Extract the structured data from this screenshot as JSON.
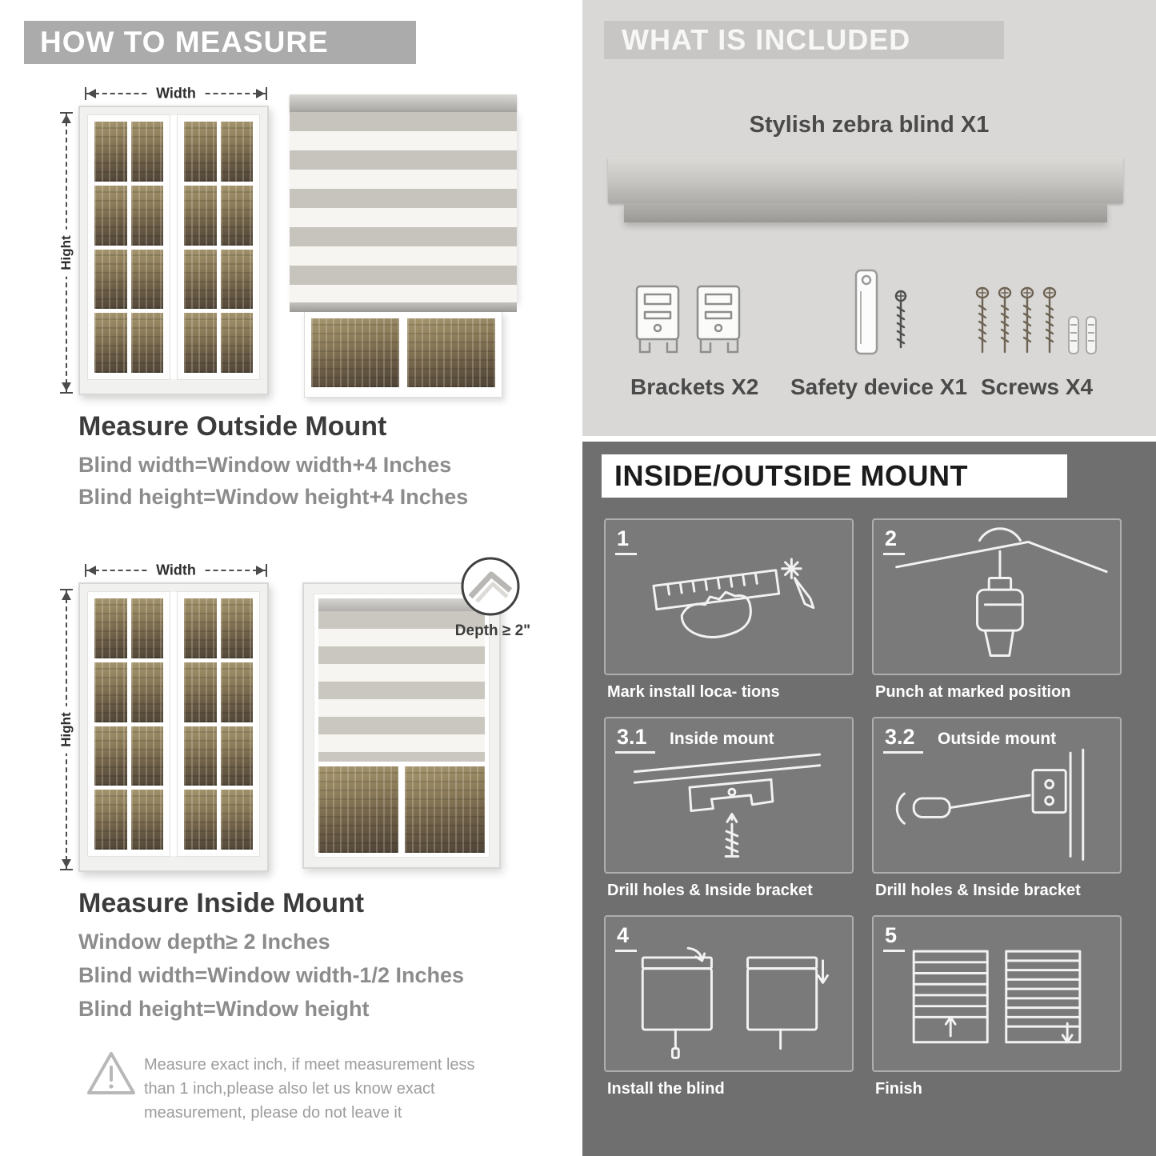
{
  "colors": {
    "left_banner": "#ababab",
    "included_bg": "#d9d8d6",
    "included_banner": "#c7c6c4",
    "mount_bg": "#6f6f6f",
    "heading_text": "#3b3b3b",
    "formula_text": "#8c8c8c"
  },
  "icons": {
    "warning-icon": "outlined-triangle-exclamation",
    "width-arrow": "double-headed-dashed-dimension-arrow",
    "height-arrow": "double-headed-dashed-dimension-arrow",
    "depth-callout-icon": "circle-zoom-on-frame-corner"
  },
  "left": {
    "header": "HOW TO MEASURE",
    "outside": {
      "width_label": "Width",
      "height_label": "Hight",
      "title": "Measure Outside Mount",
      "line1": "Blind width=Window width+4 Inches",
      "line2": "Blind height=Window height+4 Inches"
    },
    "inside": {
      "width_label": "Width",
      "height_label": "Hight",
      "depth_callout": "Depth ≥ 2\"",
      "title": "Measure Inside Mount",
      "line1": "Window depth≥ 2 Inches",
      "line2": "Blind width=Window width-1/2 Inches",
      "line3": "Blind height=Window height"
    },
    "warning": "Measure exact inch, if meet measurement less than 1 inch,please also let us know exact measurement, please do not leave it"
  },
  "right": {
    "included": {
      "header": "WHAT IS INCLUDED",
      "blind_label": "Stylish zebra blind X1",
      "items": [
        {
          "label": "Brackets X2"
        },
        {
          "label": "Safety device X1"
        },
        {
          "label": "Screws X4"
        }
      ]
    },
    "mount": {
      "header": "INSIDE/OUTSIDE MOUNT",
      "steps": [
        {
          "num": "1",
          "caption": "Mark install loca- tions"
        },
        {
          "num": "2",
          "caption": "Punch at  marked position"
        },
        {
          "num": "3.1",
          "title": "Inside mount",
          "caption": "Drill holes &  Inside bracket"
        },
        {
          "num": "3.2",
          "title": "Outside mount",
          "caption": "Drill holes &  Inside bracket"
        },
        {
          "num": "4",
          "caption": "Install the blind"
        },
        {
          "num": "5",
          "caption": "Finish"
        }
      ]
    }
  }
}
